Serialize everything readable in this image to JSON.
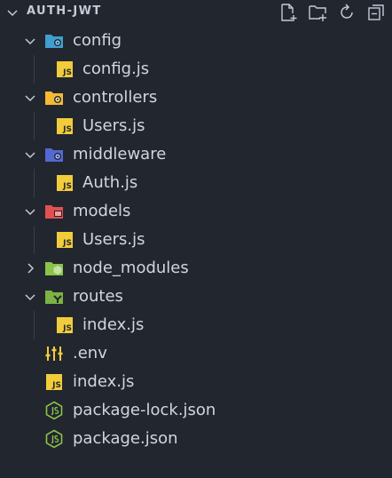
{
  "explorer": {
    "title": "AUTH-JWT",
    "actions": [
      {
        "name": "new-file-icon"
      },
      {
        "name": "new-folder-icon"
      },
      {
        "name": "refresh-icon"
      },
      {
        "name": "collapse-all-icon"
      }
    ]
  },
  "tree": [
    {
      "label": "config",
      "kind": "folder",
      "expanded": true,
      "icon": "config-folder-icon"
    },
    {
      "label": "config.js",
      "kind": "file",
      "icon": "javascript-file-icon",
      "badge": "JS"
    },
    {
      "label": "controllers",
      "kind": "folder",
      "expanded": true,
      "icon": "controllers-folder-icon"
    },
    {
      "label": "Users.js",
      "kind": "file",
      "icon": "javascript-file-icon",
      "badge": "JS"
    },
    {
      "label": "middleware",
      "kind": "folder",
      "expanded": true,
      "icon": "middleware-folder-icon"
    },
    {
      "label": "Auth.js",
      "kind": "file",
      "icon": "javascript-file-icon",
      "badge": "JS"
    },
    {
      "label": "models",
      "kind": "folder",
      "expanded": true,
      "icon": "models-folder-icon"
    },
    {
      "label": "Users.js",
      "kind": "file",
      "icon": "javascript-file-icon",
      "badge": "JS"
    },
    {
      "label": "node_modules",
      "kind": "folder",
      "expanded": false,
      "icon": "node-modules-folder-icon"
    },
    {
      "label": "routes",
      "kind": "folder",
      "expanded": true,
      "icon": "routes-folder-icon"
    },
    {
      "label": "index.js",
      "kind": "file",
      "icon": "javascript-file-icon",
      "badge": "JS"
    },
    {
      "label": ".env",
      "kind": "file",
      "icon": "env-settings-icon"
    },
    {
      "label": "index.js",
      "kind": "file",
      "icon": "javascript-file-icon",
      "badge": "JS"
    },
    {
      "label": "package-lock.json",
      "kind": "file",
      "icon": "nodejs-icon"
    },
    {
      "label": "package.json",
      "kind": "file",
      "icon": "nodejs-icon"
    }
  ],
  "colors": {
    "background": "#22262e",
    "text": "#d0d6e0",
    "js_badge": "#f1cd3b",
    "config_folder": "#3f9fcf",
    "controllers_folder": "#f5b935",
    "middleware_folder": "#5468d4",
    "models_folder": "#e2504f",
    "node_modules_folder": "#8bc34a",
    "routes_folder": "#7cb342",
    "nodejs": "#8bc34a"
  }
}
